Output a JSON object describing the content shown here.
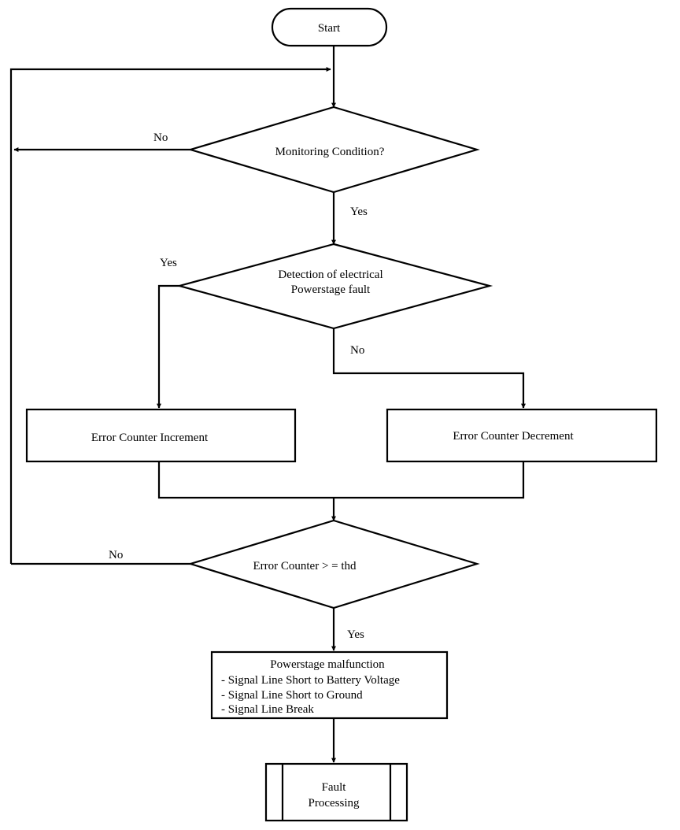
{
  "nodes": {
    "start": "Start",
    "monitoring": "Monitoring Condition?",
    "detection_line1": "Detection of electrical",
    "detection_line2": "Powerstage fault",
    "increment": "Error Counter Increment",
    "decrement": "Error Counter Decrement",
    "threshold": "Error Counter > = thd",
    "malfunction": {
      "title": "Powerstage malfunction",
      "items": [
        "- Signal Line Short to Battery Voltage",
        "- Signal Line Short to Ground",
        "- Signal Line Break"
      ]
    },
    "fault_line1": "Fault",
    "fault_line2": "Processing"
  },
  "edges": {
    "monitoring_no": "No",
    "monitoring_yes": "Yes",
    "detection_yes": "Yes",
    "detection_no": "No",
    "threshold_no": "No",
    "threshold_yes": "Yes"
  }
}
